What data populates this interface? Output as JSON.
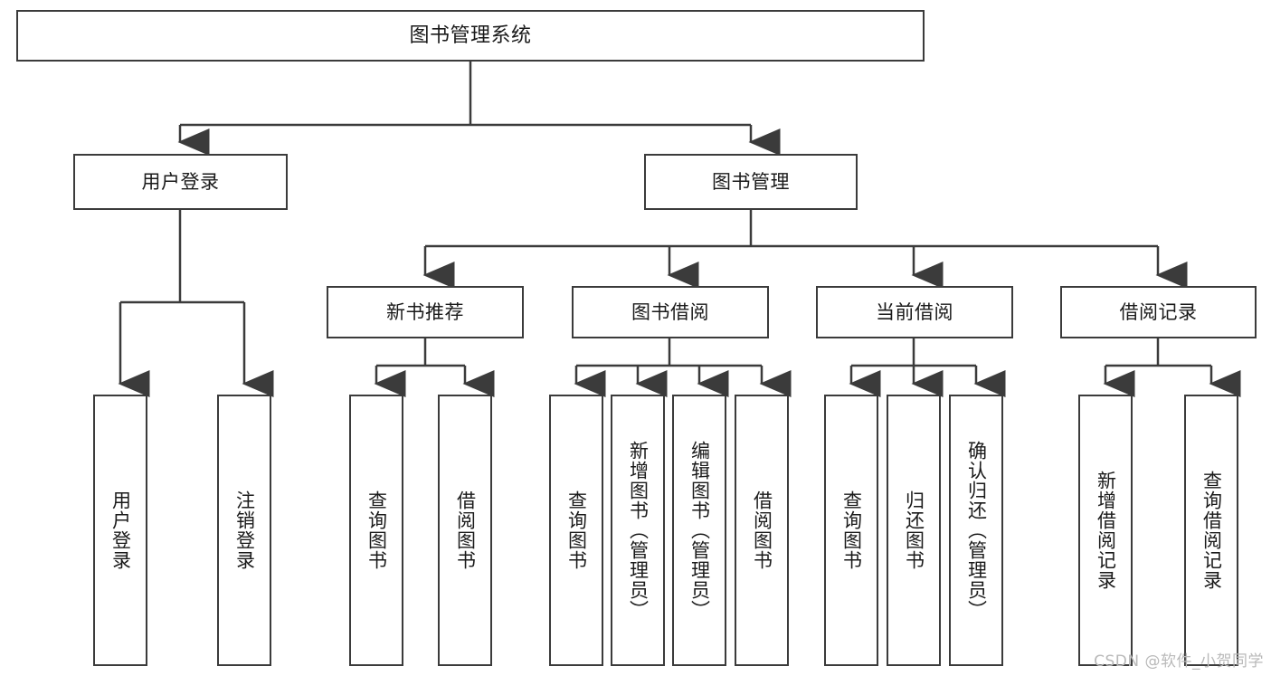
{
  "diagram": {
    "type": "tree",
    "title": "图书管理系统",
    "watermark": "CSDN @软件_小贺同学",
    "colors": {
      "box_border": "#3b3b3b",
      "box_fill": "#ffffff",
      "connector": "#3b3b3b",
      "text": "#1a1a1a",
      "watermark": "#b9b9b9",
      "background": "#ffffff"
    },
    "nodes": {
      "root": {
        "label": "图书管理系统"
      },
      "level2": [
        {
          "label": "用户登录"
        },
        {
          "label": "图书管理"
        }
      ],
      "level3": [
        {
          "label": "新书推荐"
        },
        {
          "label": "图书借阅"
        },
        {
          "label": "当前借阅"
        },
        {
          "label": "借阅记录"
        }
      ],
      "leaves": {
        "user_login": [
          {
            "label": "用户登录"
          },
          {
            "label": "注销登录"
          }
        ],
        "new_book_recommend": [
          {
            "label": "查询图书"
          },
          {
            "label": "借阅图书"
          }
        ],
        "book_borrow": [
          {
            "label": "查询图书"
          },
          {
            "label": "新增图书（管理员）"
          },
          {
            "label": "编辑图书（管理员）"
          },
          {
            "label": "借阅图书"
          }
        ],
        "current_borrow": [
          {
            "label": "查询图书"
          },
          {
            "label": "归还图书"
          },
          {
            "label": "确认归还（管理员）"
          }
        ],
        "borrow_record": [
          {
            "label": "新增借阅记录"
          },
          {
            "label": "查询借阅记录"
          }
        ]
      }
    }
  }
}
